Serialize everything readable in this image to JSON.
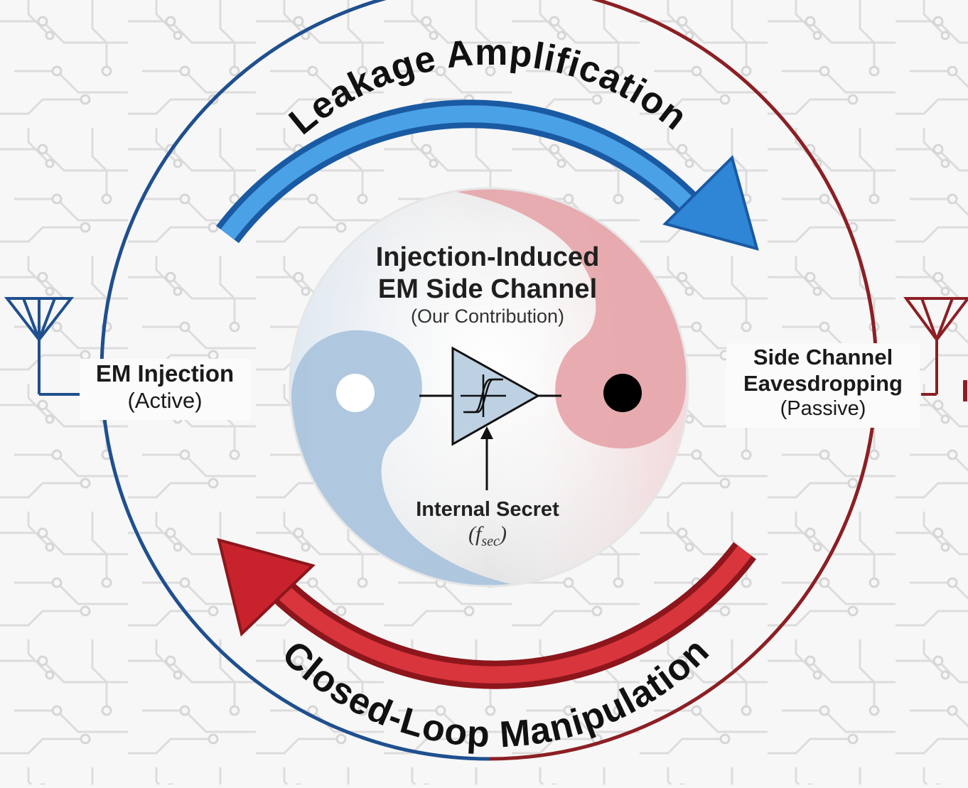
{
  "arc_labels": {
    "top": "Leakage Amplification",
    "bottom": "Closed-Loop Manipulation"
  },
  "center": {
    "title_line1": "Injection-Induced",
    "title_line2": "EM Side Channel",
    "subtitle": "(Our Contribution)"
  },
  "secret": {
    "label": "Internal Secret",
    "symbol_main": "f",
    "symbol_sub": "sec",
    "open_paren": "(",
    "close_paren": ")"
  },
  "left": {
    "title": "EM Injection",
    "subtitle": "(Active)"
  },
  "right": {
    "title_line1": "Side Channel",
    "title_line2": "Eavesdropping",
    "subtitle": "(Passive)"
  },
  "colors": {
    "blue": "#1f4f8f",
    "red": "#8c1f24",
    "arrow_blue": "#2f86d6",
    "arrow_red": "#c8232c",
    "sphere_blue": "#a9c3dd",
    "sphere_red": "#e6a4a8"
  },
  "icons": [
    "antenna-icon",
    "amplifier-triangle-icon",
    "hysteresis-icon"
  ]
}
